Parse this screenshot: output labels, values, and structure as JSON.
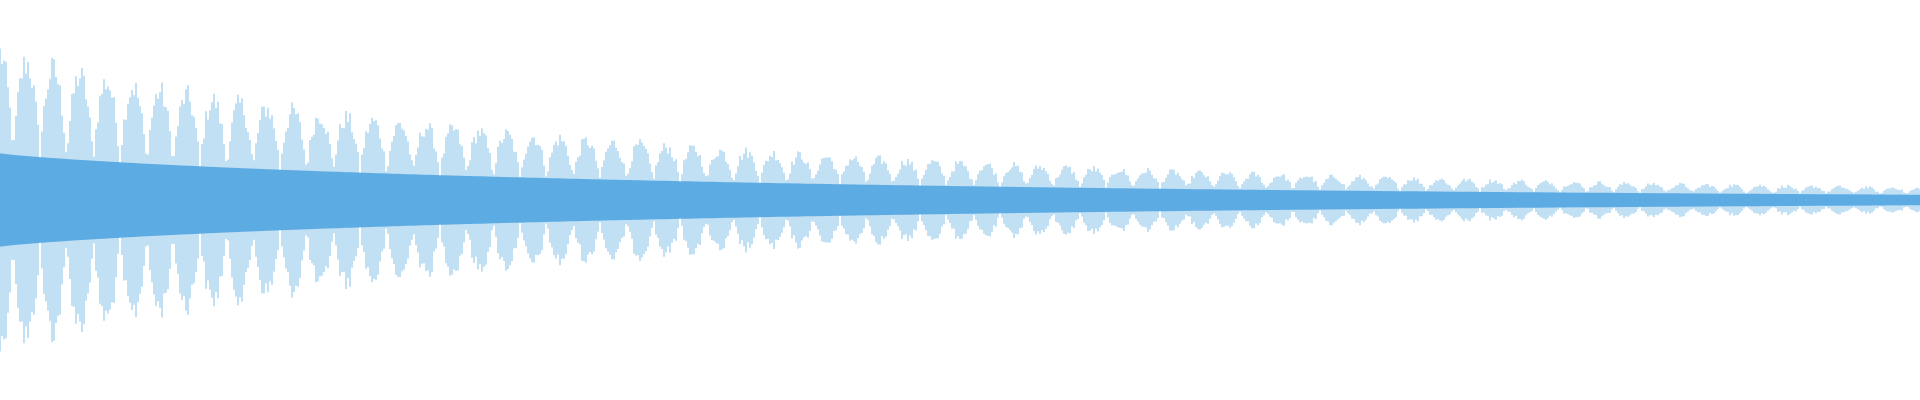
{
  "waveform": {
    "color": "#5dabe3",
    "background": "#ffffff",
    "envelope_start_amplitude": 0.73,
    "envelope_end_amplitude": 0.06,
    "beat_count": 72
  }
}
